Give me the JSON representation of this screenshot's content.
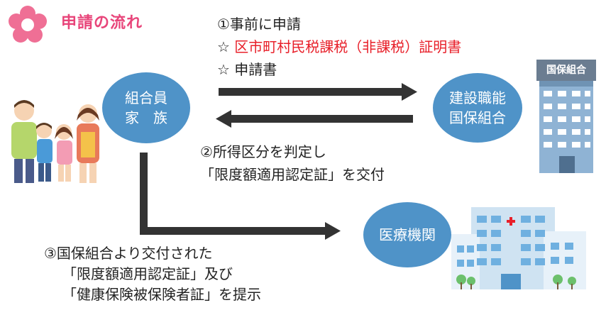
{
  "header": {
    "title": "申請の流れ",
    "flower_color": "#ef6f95"
  },
  "steps": {
    "step1": {
      "heading": "①事前に申請",
      "item1_star": "☆",
      "item1_text": "区市町村民税課税（非課税）証明書",
      "item2_star": "☆",
      "item2_text": "申請書"
    },
    "step2": {
      "line1": "②所得区分を判定し",
      "line2": "「限度額適用認定証」を交付"
    },
    "step3": {
      "line1": "③国保組合より交付された",
      "line2": "「限度額適用認定証」及び",
      "line3": "「健康保険被保険者証」を提示"
    }
  },
  "nodes": {
    "member": {
      "line1": "組合員",
      "line2": "家　族"
    },
    "union": {
      "line1": "建設職能",
      "line2": "国保組合"
    },
    "hospital": {
      "line1": "医療機関"
    }
  },
  "building_sign": "国保組合",
  "colors": {
    "bubble": "#4f93c8",
    "arrow": "#333333",
    "highlight": "#e8202a",
    "title": "#e8457a"
  }
}
